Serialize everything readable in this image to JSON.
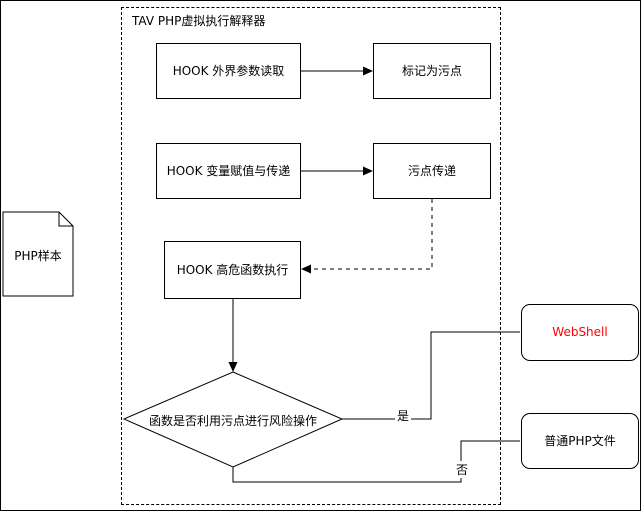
{
  "container": {
    "title": "TAV PHP虚拟执行解释器"
  },
  "nodes": {
    "hook_param_read": {
      "label": "HOOK 外界参数读取"
    },
    "mark_as_taint": {
      "label": "标记为污点"
    },
    "hook_var_assign": {
      "label": "HOOK 变量赋值与传递"
    },
    "taint_propagation": {
      "label": "污点传递"
    },
    "hook_dangerous_func": {
      "label": "HOOK 高危函数执行"
    },
    "decision": {
      "label": "函数是否利用污点进行风险操作"
    },
    "php_sample": {
      "label": "PHP样本"
    },
    "webshell": {
      "label": "WebShell",
      "text_color": "#ff0000"
    },
    "normal_php_file": {
      "label": "普通PHP文件"
    }
  },
  "edge_labels": {
    "yes": "是",
    "no": "否"
  },
  "colors": {
    "line": "#000000",
    "background": "#ffffff",
    "webshell_text": "#ff0000"
  }
}
